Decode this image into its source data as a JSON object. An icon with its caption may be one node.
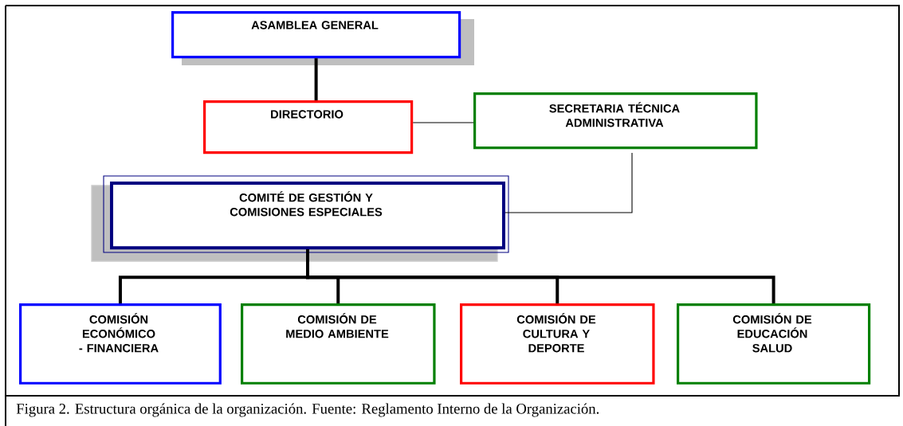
{
  "diagram": {
    "caption": "Figura 2. Estructura orgánica de la organización.  Fuente: Reglamento Interno de la Organización.",
    "nodes": [
      {
        "text": [
          "ASAMBLEA GENERAL"
        ]
      },
      {
        "text": [
          "DIRECTORIO"
        ]
      },
      {
        "text": [
          "SECRETARIA TÉCNICA ADMINISTRATIVA"
        ]
      },
      {
        "text": [
          "COMITÉ DE GESTIÓN Y COMISIONES ESPECIALES"
        ]
      },
      {
        "text": [
          "COMISIÓN ECONÓMICO - FINANCIERA"
        ]
      },
      {
        "text": [
          "COMISIÓN DE MEDIO AMBIENTE"
        ]
      },
      {
        "text": [
          "COMISIÓN DE CULTURA Y DEPORTE"
        ]
      },
      {
        "text": [
          "COMISIÓN DE EDUCACIÓN SALUD"
        ]
      }
    ],
    "edges": [
      {
        "from": 0,
        "to": 1,
        "arrow": "none"
      },
      {
        "from": 1,
        "to": 2,
        "arrow": "none"
      },
      {
        "from": 2,
        "to": 3,
        "arrow": "none"
      },
      {
        "from": 3,
        "to": 4,
        "arrow": "none"
      },
      {
        "from": 3,
        "to": 5,
        "arrow": "none"
      },
      {
        "from": 3,
        "to": 6,
        "arrow": "none"
      },
      {
        "from": 3,
        "to": 7,
        "arrow": "none"
      }
    ]
  }
}
